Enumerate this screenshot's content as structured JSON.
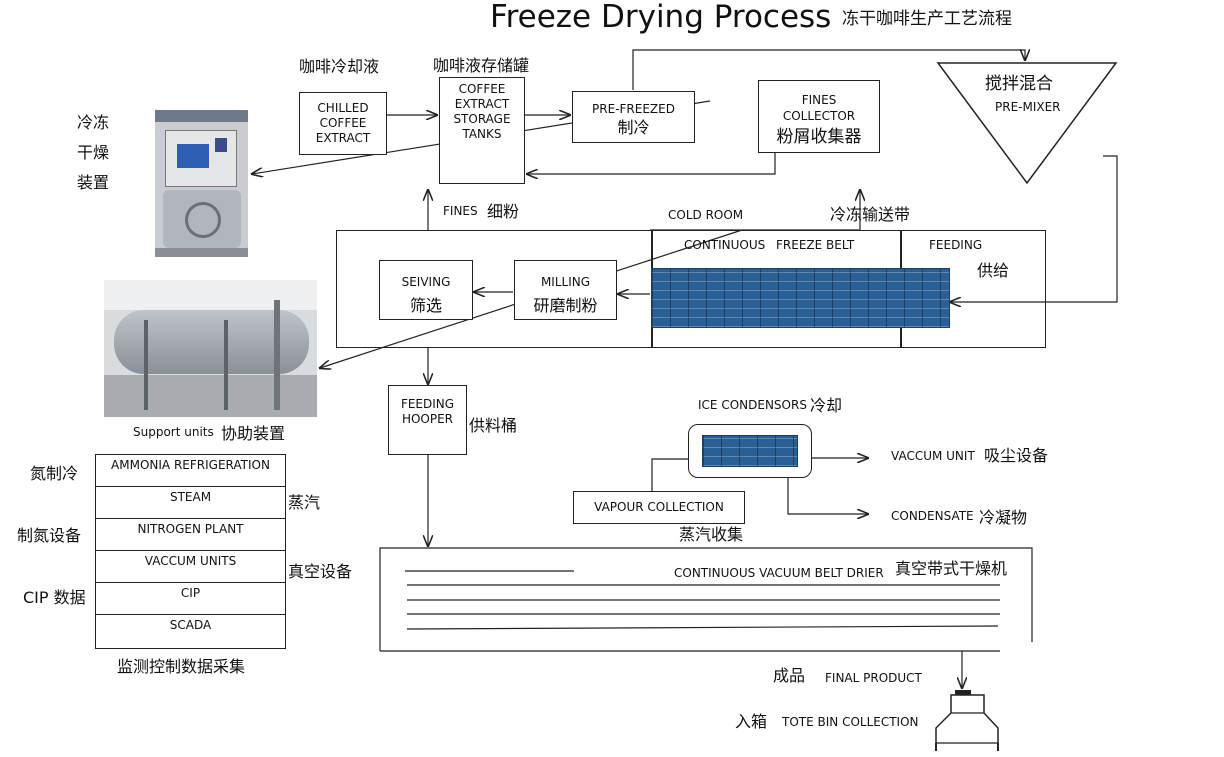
{
  "title": "Freeze Drying Process",
  "title_cn": "冻干咖啡生产工艺流程",
  "top": {
    "chilled_cn": "咖啡冷却液",
    "chilled_lines": [
      "CHILLED",
      "COFFEE",
      "EXTRACT"
    ],
    "storage_cn": "咖啡液存储罐",
    "storage_lines": [
      "COFFEE",
      "EXTRACT",
      "STORAGE",
      "TANKS"
    ],
    "prefreezed": "PRE-FREEZED",
    "prefreezed_cn": "制冷",
    "fines_collector_lines": [
      "FINES",
      "COLLECTOR"
    ],
    "fines_collector_cn": "粉屑收集器",
    "premixer_cn": "搅拌混合",
    "premixer": "PRE-MIXER"
  },
  "photo1": {
    "label_cn": [
      "冷冻",
      "干燥",
      "装置"
    ]
  },
  "middle": {
    "fines": "FINES",
    "fines_cn": "细粉",
    "cold_room": "COLD ROOM",
    "belt_cn": "冷冻输送带",
    "continuous": "CONTINUOUS",
    "freeze_belt": "FREEZE BELT",
    "feeding": "FEEDING",
    "feeding_cn": "供给",
    "seiving": "SEIVING",
    "seiving_cn": "筛选",
    "milling": "MILLING",
    "milling_cn": "研磨制粉"
  },
  "support": {
    "label": "Support units",
    "label_cn": "协助装置",
    "items": [
      "AMMONIA REFRIGERATION",
      "STEAM",
      "NITROGEN PLANT",
      "VACCUM UNITS",
      "CIP",
      "SCADA"
    ],
    "left_cn": [
      "氮制冷",
      "制氮设备",
      "CIP 数据"
    ],
    "right_cn": [
      "蒸汽",
      "真空设备"
    ],
    "footer_cn": "监测控制数据采集"
  },
  "lower": {
    "feeding_hooper_lines": [
      "FEEDING",
      "HOOPER"
    ],
    "feeding_hooper_cn": "供料桶",
    "ice_condensors": "ICE CONDENSORS",
    "ice_condensors_cn": "冷却",
    "vaccum_unit": "VACCUM UNIT",
    "vaccum_unit_cn": "吸尘设备",
    "condensate": "CONDENSATE",
    "condensate_cn": "冷凝物",
    "vapour_collection": "VAPOUR COLLECTION",
    "vapour_collection_cn": "蒸汽收集",
    "drier": "CONTINUOUS VACUUM BELT DRIER",
    "drier_cn": "真空带式干燥机",
    "final_cn": "成品",
    "final": "FINAL PRODUCT",
    "tote_cn": "入箱",
    "tote": "TOTE BIN COLLECTION"
  }
}
